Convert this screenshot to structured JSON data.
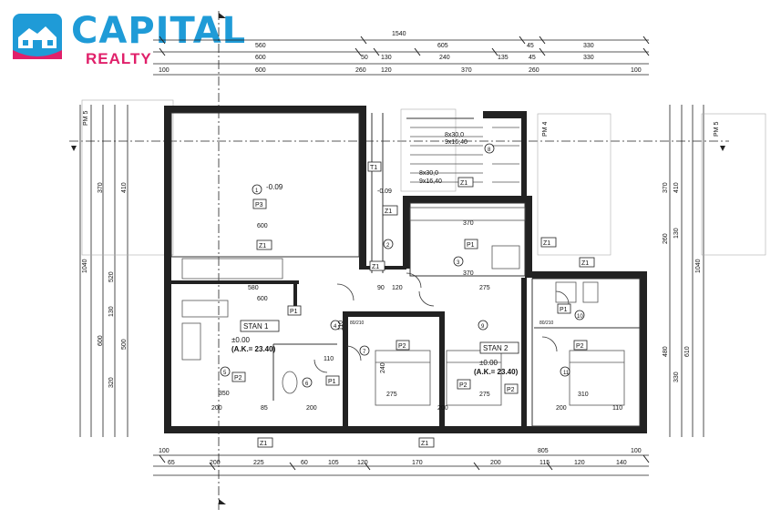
{
  "brand": {
    "name": "CAPITAL",
    "subtitle": "REALTY",
    "primary_color": "#1f9bd7",
    "accent_color": "#e0206a"
  },
  "plan": {
    "total_width": "1540",
    "top_dims_row1": [
      "560",
      "605",
      "45",
      "330"
    ],
    "top_dims_row2": [
      "600",
      "50",
      "130",
      "240",
      "135",
      "45",
      "330"
    ],
    "top_dims_row3": [
      "100",
      "600",
      "260",
      "120",
      "370",
      "260",
      "100"
    ],
    "bottom_dims_row1": [
      "100",
      "805",
      "100"
    ],
    "bottom_dims_row2": [
      "65",
      "200",
      "225",
      "60",
      "105",
      "120",
      "170",
      "200",
      "115",
      "120",
      "140"
    ],
    "left_height": "1040",
    "right_height": "1040",
    "left_dims": [
      "370",
      "410",
      "600",
      "520",
      "500",
      "130",
      "320"
    ],
    "right_dims": [
      "370",
      "410",
      "130",
      "260",
      "480",
      "610",
      "330"
    ],
    "apartments": [
      {
        "label": "STAN 1",
        "level": "±0.00",
        "ak": "(A.K.= 23.40)"
      },
      {
        "label": "STAN 2",
        "level": "±0.00",
        "ak": "(A.K.= 23.40)"
      }
    ],
    "upper_level": "-0.09",
    "mid_level": "-0.09",
    "room_numbers": [
      "1",
      "2",
      "3",
      "4",
      "5",
      "6",
      "7",
      "8",
      "9",
      "10",
      "11"
    ],
    "room_codes": [
      "P3",
      "P1",
      "P1",
      "P1",
      "P2",
      "P2",
      "P2",
      "P2",
      "P1",
      "P2"
    ],
    "wall_codes": [
      "Z1",
      "Z1",
      "Z1",
      "Z1",
      "Z1",
      "Z1",
      "Z1",
      "Z1",
      "T1"
    ],
    "stairs": [
      "8x30,0",
      "9x16,40",
      "8x30,0",
      "9x16,40"
    ],
    "interior_dims": [
      "600",
      "580",
      "600",
      "370",
      "370",
      "275",
      "275",
      "275",
      "310",
      "350",
      "200",
      "85",
      "200",
      "200",
      "200",
      "110",
      "90",
      "120",
      "240",
      "110",
      "110",
      "80/210",
      "80/210"
    ],
    "pm_labels": [
      "PM 5",
      "PM 4",
      "PM 5"
    ]
  }
}
